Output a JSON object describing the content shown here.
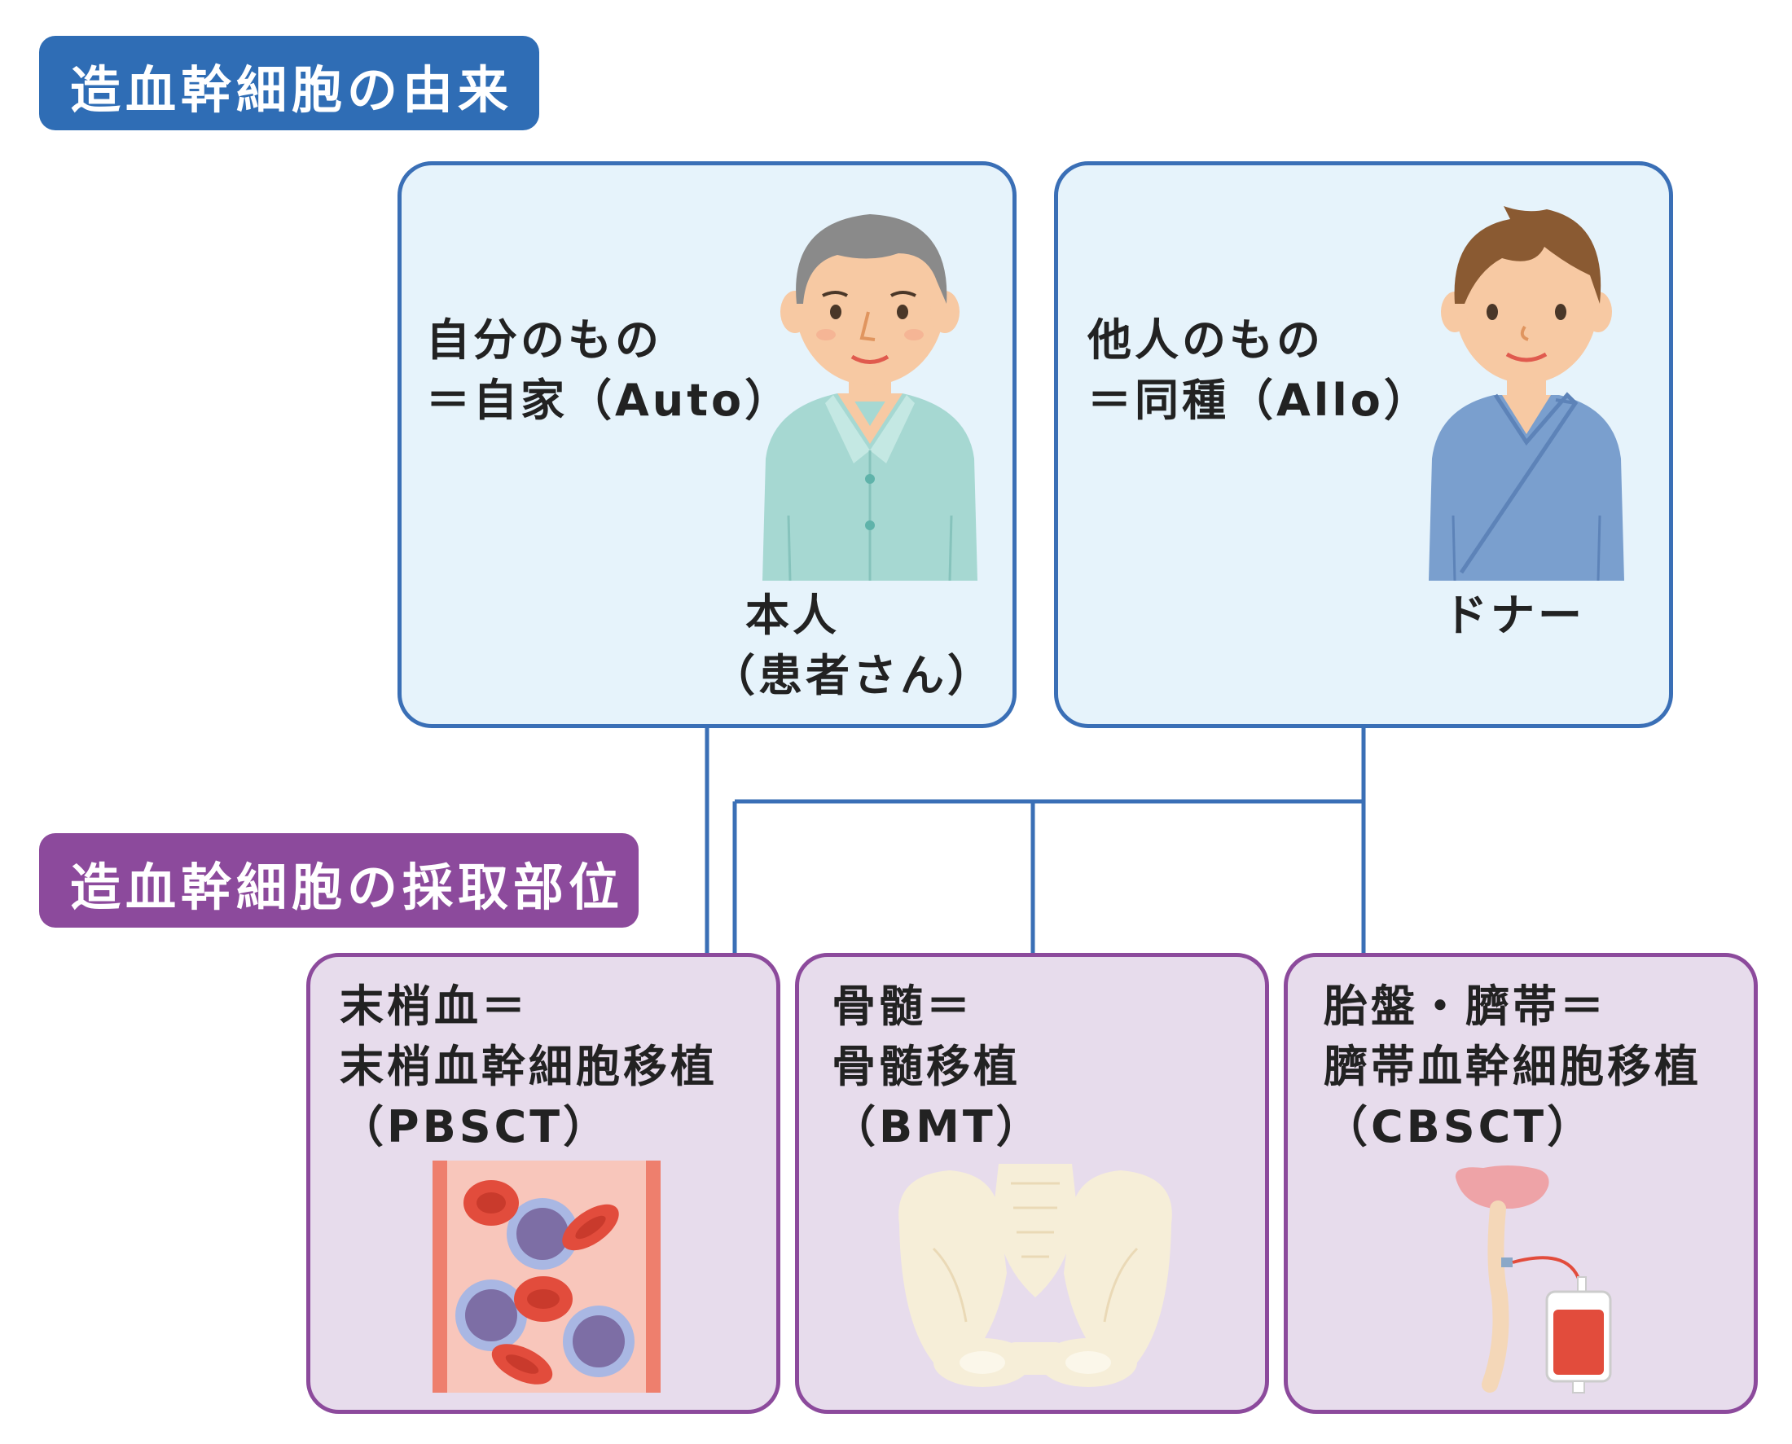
{
  "origin_tag": "造血幹細胞の由来",
  "site_tag": "造血幹細胞の採取部位",
  "origins": [
    {
      "line1": "自分のもの",
      "line2": "＝自家（Auto）",
      "person_line1": "本人",
      "person_line2": "（患者さん）"
    },
    {
      "line1": "他人のもの",
      "line2": "＝同種（Allo）",
      "person_line1": "ドナー",
      "person_line2": ""
    }
  ],
  "sites": [
    {
      "line1": "末梢血＝",
      "line2": "末梢血幹細胞移植",
      "line3": "（PBSCT）"
    },
    {
      "line1": "骨髄＝",
      "line2": "骨髄移植",
      "line3": "（BMT）"
    },
    {
      "line1": "胎盤・臍帯＝",
      "line2": "臍帯血幹細胞移植",
      "line3": "（CBSCT）"
    }
  ],
  "colors": {
    "blue": "#2f6db5",
    "purple": "#8c4a9c",
    "origin_fill": "#e6f3fb",
    "site_fill": "#e7dcec"
  }
}
